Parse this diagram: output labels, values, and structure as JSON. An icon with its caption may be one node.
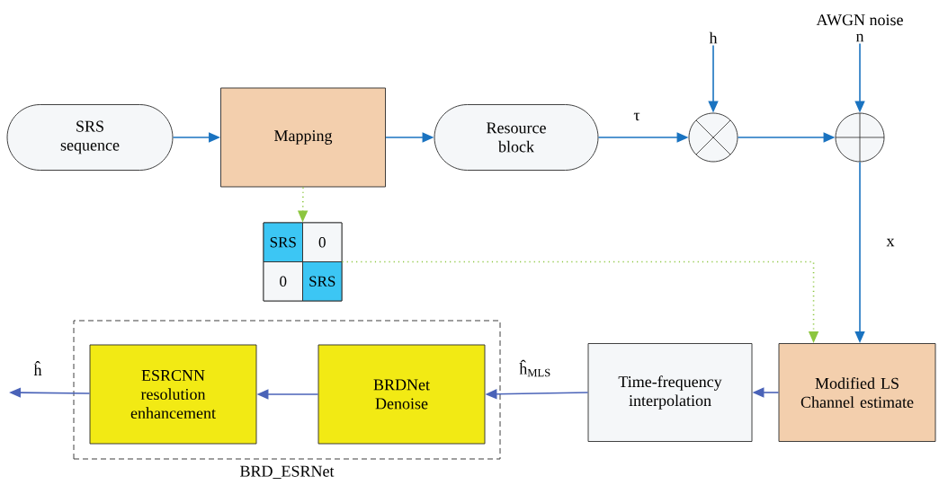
{
  "diagram": {
    "nodes": [
      {
        "text": [
          "SRS sequence"
        ]
      },
      {
        "text": [
          "Mapping"
        ]
      },
      {
        "text": [
          "Resource block"
        ]
      },
      {
        "text": [],
        "shape": "circle"
      },
      {
        "text": [],
        "shape": "circle"
      },
      {
        "text": [
          "h"
        ]
      },
      {
        "text": [
          "n"
        ],
        "beside": [
          "AWGN noise"
        ]
      },
      {
        "text": [
          "SRS",
          "0",
          "0",
          "SRS"
        ]
      },
      {
        "text": [
          "Modified LS Channel estimate"
        ]
      },
      {
        "text": [
          "Time-frequency interpolation"
        ]
      },
      {
        "text": [
          "BRD_ESRNet"
        ]
      },
      {
        "text": [
          "BRDNet Denoise"
        ],
        "in": 10
      },
      {
        "text": [
          "ESRCNN resolution enhancement"
        ],
        "in": 10
      }
    ],
    "edges": [
      {
        "from": 0,
        "to": 1,
        "arrow": "to"
      },
      {
        "from": 1,
        "to": 2,
        "arrow": "to"
      },
      {
        "from": 2,
        "to": 3,
        "arrow": "to",
        "label": "τ"
      },
      {
        "from": 5,
        "to": 3,
        "arrow": "to"
      },
      {
        "from": 3,
        "to": 4,
        "arrow": "to"
      },
      {
        "from": 6,
        "to": 4,
        "arrow": "to"
      },
      {
        "from": 4,
        "to": 8,
        "arrow": "to",
        "label": "x"
      },
      {
        "from": 1,
        "to": 7,
        "arrow": "to",
        "style": "dashed",
        "color": "#8cc63f"
      },
      {
        "from": 7,
        "to": 8,
        "arrow": "to",
        "style": "dashed",
        "color": "#8cc63f"
      },
      {
        "from": 8,
        "to": 9,
        "arrow": "to",
        "color": "#4a63b8"
      },
      {
        "from": 9,
        "to": 11,
        "arrow": "to",
        "label": "ĥ$_{MLS}$",
        "color": "#4a63b8"
      },
      {
        "from": 11,
        "to": 12,
        "arrow": "to",
        "color": "#4a63b8"
      },
      {
        "from": 12,
        "to": null,
        "arrow": "to",
        "label": "ĥ",
        "color": "#4a63b8"
      }
    ]
  }
}
